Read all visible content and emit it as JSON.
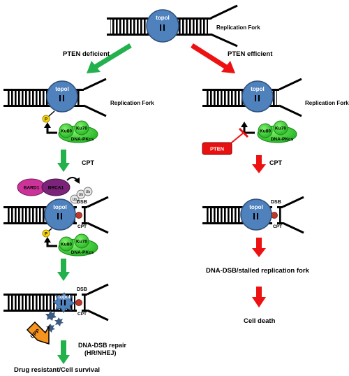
{
  "labels": {
    "replication_fork": "Replication Fork",
    "pten_deficient": "PTEN deficient",
    "pten_efficient": "PTEN efficient",
    "cpt": "CPT",
    "dsb": "DSB",
    "topo": "topoI",
    "ku80": "Ku80",
    "ku70": "Ku70",
    "dnapk": "DNA-PKcs",
    "p": "P",
    "pten": "PTEN",
    "bard1": "BARD1",
    "brca1": "BRCA1",
    "ub": "Ub",
    "upp": "UPP",
    "dsb_repair_line1": "DNA-DSB repair",
    "dsb_repair_line2": "(HR/NHEJ)",
    "drug_resistant": "Drug resistant/Cell survival",
    "stalled_fork": "DNA-DSB/stalled replication fork",
    "cell_death": "Cell death"
  },
  "colors": {
    "topo_fill": "#4f81bd",
    "ku_fill": "#33cc33",
    "p_fill": "#ffd700",
    "green_arrow": "#22b14c",
    "red_arrow": "#ee1111",
    "pten_fill": "#e81010",
    "bard1_fill": "#cc3399",
    "brca1_fill": "#7b2479",
    "upp_fill": "#f7941d",
    "ub_fill": "#e6e6e6",
    "fragment_fill": "#3c5a82"
  }
}
